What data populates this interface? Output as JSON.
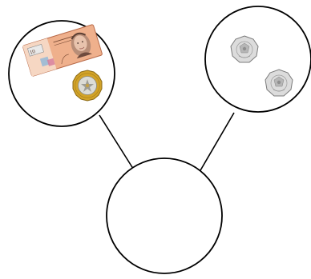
{
  "diagram": {
    "type": "part-whole-model",
    "parts": [
      {
        "id": "left",
        "items": [
          {
            "kind": "banknote",
            "icon": "ten-pound-note-icon",
            "label": "10",
            "colors": {
              "note": "#e9a37f",
              "note_edge": "#b86a49"
            }
          },
          {
            "kind": "coin",
            "icon": "one-pound-coin-icon",
            "colors": {
              "rim": "#c99a1e",
              "center": "#d9d9d6"
            }
          }
        ]
      },
      {
        "id": "right",
        "items": [
          {
            "kind": "coin",
            "icon": "fifty-pence-coin-icon",
            "colors": {
              "face": "#d8d8d8"
            }
          },
          {
            "kind": "coin",
            "icon": "fifty-pence-coin-icon",
            "colors": {
              "face": "#d8d8d8"
            }
          }
        ]
      }
    ],
    "whole": {
      "id": "whole",
      "content": ""
    },
    "colors": {
      "stroke": "#000000",
      "fill": "#ffffff"
    }
  }
}
